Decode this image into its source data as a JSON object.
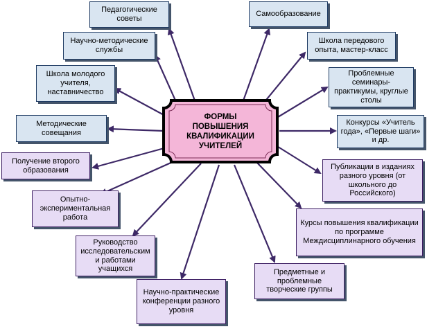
{
  "center": {
    "title": "ФОРМЫ ПОВЫШЕНИЯ КВАЛИФИКАЦИИ УЧИТЕЛЕЙ"
  },
  "colors": {
    "center_fill": "#f4b6d8",
    "center_border": "#000000",
    "blue_fill": "#d9e5f1",
    "purple_fill": "#e7dcf5",
    "arrow": "#3d2866"
  },
  "nodes": [
    {
      "id": "ped-sovety",
      "label": "Педагогические советы"
    },
    {
      "id": "nauchno-metod",
      "label": "Научно-методические службы"
    },
    {
      "id": "shkola-molodogo",
      "label": "Школа молодого учителя, наставничество"
    },
    {
      "id": "metod-soveshchaniya",
      "label": "Методические совещания"
    },
    {
      "id": "vtoroe-obrazovanie",
      "label": "Получение второго образования"
    },
    {
      "id": "opytno-eksp",
      "label": "Опытно-экспериментальная работа"
    },
    {
      "id": "rukovodstvo",
      "label": "Руководство исследовательским и работами учащихся"
    },
    {
      "id": "konferencii",
      "label": "Научно-практические конференции разного уровня"
    },
    {
      "id": "samoobrazovanie",
      "label": "Самообразование"
    },
    {
      "id": "shkola-peredovogo",
      "label": "Школа передового опыта, мастер-класс"
    },
    {
      "id": "seminary",
      "label": "Проблемные семинары-практикумы, круглые столы"
    },
    {
      "id": "konkursy",
      "label": "Конкурсы «Учитель года», «Первые шаги» и др."
    },
    {
      "id": "publikacii",
      "label": "Публикации в изданиях разного уровня (от школьного до Российского)"
    },
    {
      "id": "kursy",
      "label": "Курсы повышения квалификации по программе Междисциплинарного обучения"
    },
    {
      "id": "tvorcheskie-gruppy",
      "label": "Предметные и проблемные творческие группы"
    }
  ]
}
